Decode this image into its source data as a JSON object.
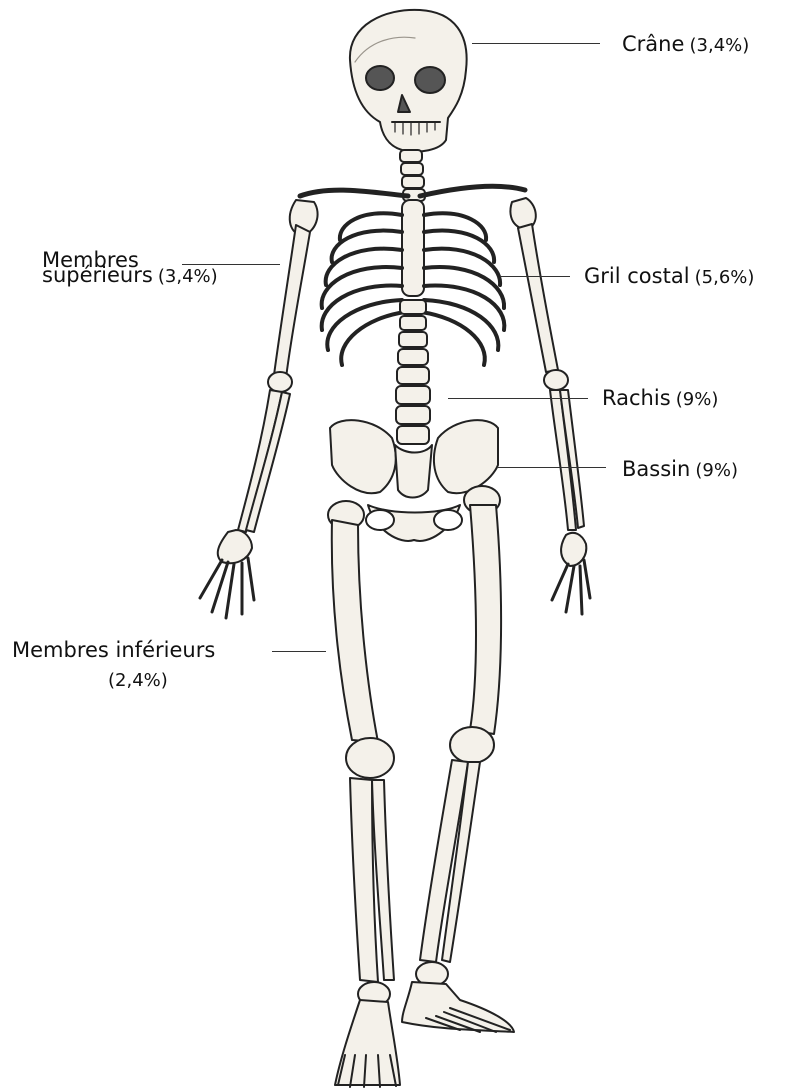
{
  "labels": {
    "crane": {
      "name": "Crâne",
      "pct": "(3,4%)"
    },
    "membres_sup": {
      "line1": "Membres",
      "line2": "supérieurs",
      "pct": "(3,4%)"
    },
    "gril": {
      "name": "Gril costal",
      "pct": "(5,6%)"
    },
    "rachis": {
      "name": "Rachis",
      "pct": "(9%)"
    },
    "bassin": {
      "name": "Bassin",
      "pct": "(9%)"
    },
    "membres_inf": {
      "name": "Membres inférieurs",
      "pct": "(2,4%)"
    }
  },
  "colors": {
    "ink": "#222222",
    "bone": "#f4f1ea",
    "shade": "#9a958c"
  },
  "illustration": "human-skeleton-front-view"
}
